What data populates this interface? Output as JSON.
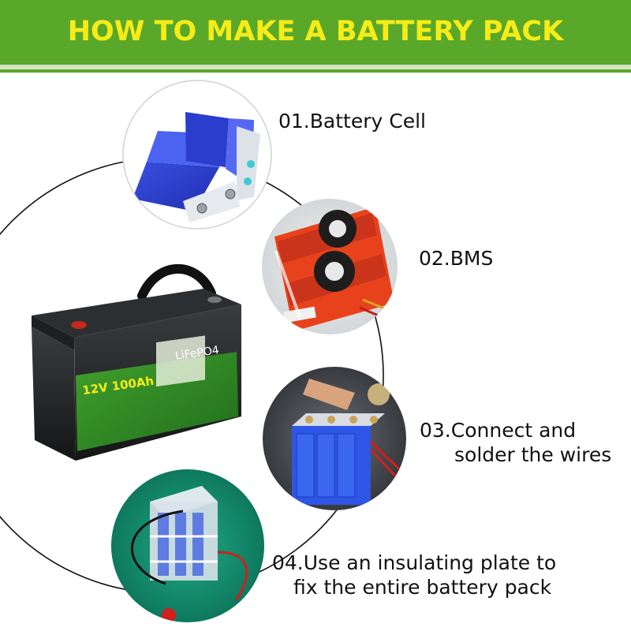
{
  "header": {
    "title": "HOW TO MAKE A BATTERY PACK"
  },
  "battery": {
    "voltage_capacity": "12V 100Ah",
    "chemistry": "LiFePO4"
  },
  "steps": [
    {
      "line1": "01.Battery Cell",
      "line2": ""
    },
    {
      "line1": "02.BMS",
      "line2": ""
    },
    {
      "line1": "03.Connect and",
      "line2": "solder the wires"
    },
    {
      "line1": "04.Use an insulating plate to",
      "line2": "fix the entire battery pack"
    }
  ],
  "colors": {
    "banner": "#5aa829",
    "title": "#f6ec18",
    "stripe": "#d2e6c1",
    "label_bg": "#2f8a23"
  }
}
